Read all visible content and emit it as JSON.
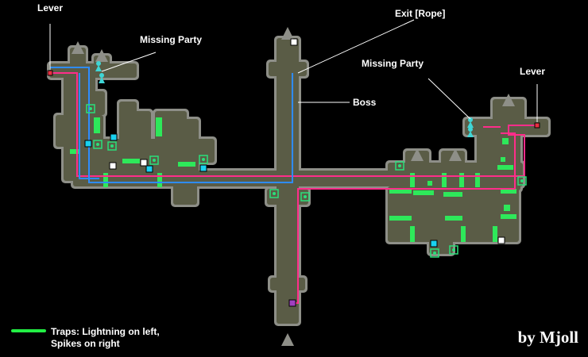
{
  "labels": {
    "lever_left": "Lever",
    "lever_right": "Lever",
    "party_left": "Missing Party",
    "party_right": "Missing Party",
    "exit": "Exit [Rope]",
    "boss": "Boss"
  },
  "legend": {
    "line1": "Traps: Lightning on left,",
    "line2": "Spikes on right",
    "color": "#22ee44"
  },
  "credit": "by Mjoll",
  "colors": {
    "floor": "#5a5c46",
    "wall": "#8e8f88",
    "trap": "#2ee85a",
    "path_pink": "#ff2d8a",
    "path_blue": "#2e8cff",
    "party": "#3fd6d6",
    "cyan_marker": "#19d1f0",
    "white_marker": "#ffffff",
    "chest_marker": "#2adf7a",
    "lever_marker": "#e83040",
    "entrance_marker": "#a040c0"
  },
  "icons": [
    "lever-icon",
    "party-member-icon",
    "chest-icon",
    "white-marker-icon",
    "cyan-marker-icon",
    "entrance-icon"
  ]
}
